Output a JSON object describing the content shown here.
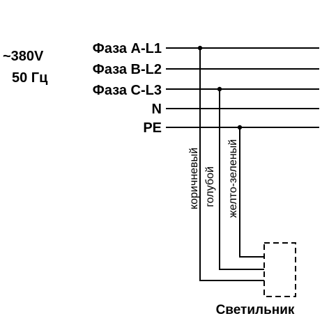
{
  "supply": {
    "voltage": "~380V",
    "frequency": "50 Гц"
  },
  "lines": [
    {
      "id": "L1",
      "label": "Фаза A-L1"
    },
    {
      "id": "L2",
      "label": "Фаза B-L2"
    },
    {
      "id": "L3",
      "label": "Фаза C-L3"
    },
    {
      "id": "N",
      "label": "N"
    },
    {
      "id": "PE",
      "label": "PE"
    }
  ],
  "wires": [
    {
      "from": "L1",
      "color_name": "коричневый",
      "color": "#000000"
    },
    {
      "from": "L3",
      "color_name": "голубой",
      "color": "#000000"
    },
    {
      "from": "PE",
      "color_name": "желто-зеленый",
      "color": "#000000"
    }
  ],
  "load": {
    "label": "Светильник"
  },
  "colors": {
    "line": "#000000",
    "background": "#ffffff"
  }
}
